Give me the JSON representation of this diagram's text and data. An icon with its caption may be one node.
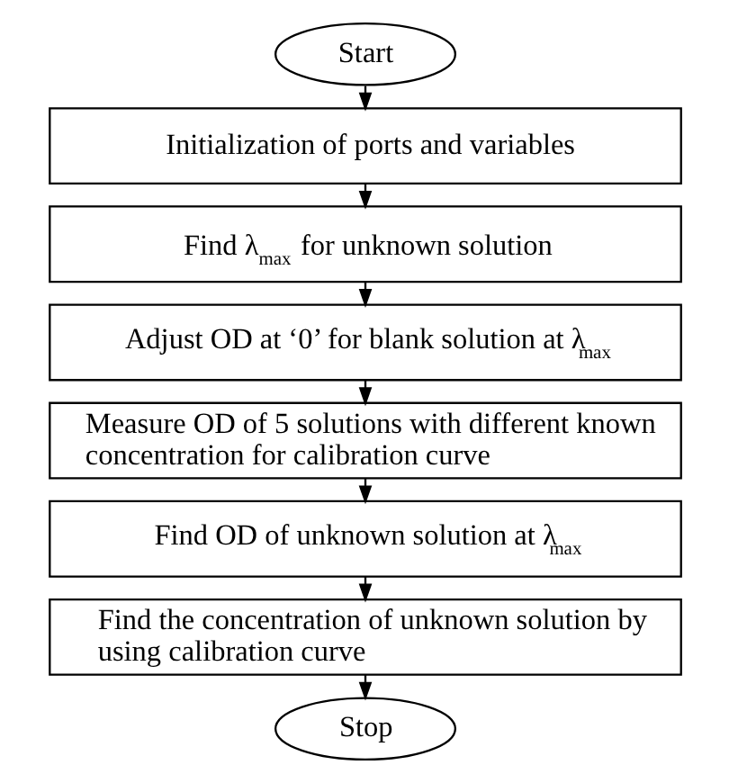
{
  "diagram": {
    "nodes": [
      {
        "text": [
          "Start"
        ]
      },
      {
        "text": [
          "Initialization of ports and variables"
        ]
      },
      {
        "text": [
          "Find λ$_{max}$ for unknown solution"
        ]
      },
      {
        "text": [
          "Adjust OD at ‘0’ for blank solution at λ$_{max}$"
        ]
      },
      {
        "text": [
          "Measure OD of 5 solutions with different known concentration for calibration curve"
        ]
      },
      {
        "text": [
          "Find OD of unknown solution at λ$_{max}$"
        ]
      },
      {
        "text": [
          "Find the concentration of unknown solution by using calibration curve"
        ]
      },
      {
        "text": [
          "Stop"
        ]
      }
    ],
    "edges": [
      {
        "from": 0,
        "to": 1,
        "arrow": "to"
      },
      {
        "from": 1,
        "to": 2,
        "arrow": "to"
      },
      {
        "from": 2,
        "to": 3,
        "arrow": "to"
      },
      {
        "from": 3,
        "to": 4,
        "arrow": "to"
      },
      {
        "from": 4,
        "to": 5,
        "arrow": "to"
      },
      {
        "from": 5,
        "to": 6,
        "arrow": "to"
      },
      {
        "from": 6,
        "to": 7,
        "arrow": "to"
      }
    ]
  }
}
